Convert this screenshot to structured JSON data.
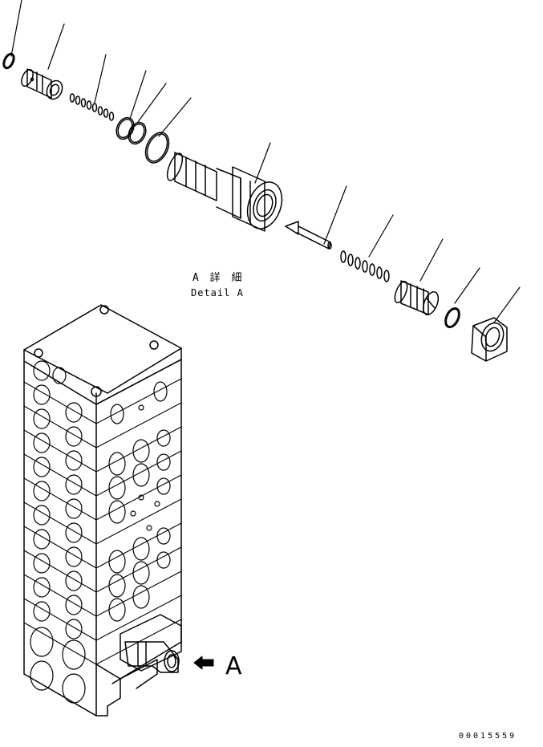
{
  "detail_label": {
    "japanese": "A 詳 細",
    "english": "Detail A"
  },
  "view_reference": "A",
  "drawing_number": "00015559",
  "colors": {
    "ink": "#000000",
    "background": "#ffffff"
  }
}
